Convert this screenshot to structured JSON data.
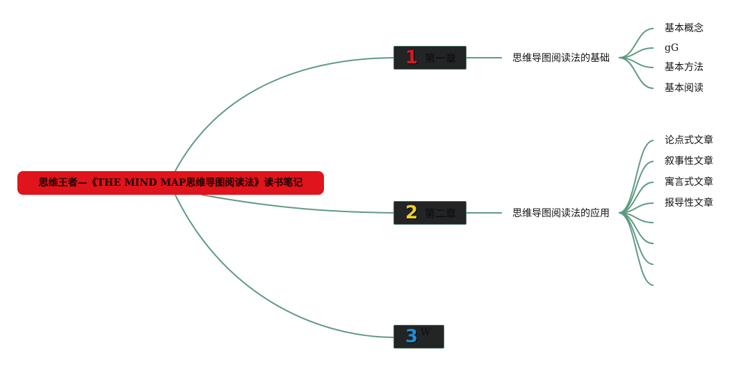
{
  "mindmap": {
    "root": {
      "label": "思维王者—《THE MIND MAP思维导图阅读法》读书笔记",
      "color": "#e0141c"
    },
    "chapters": [
      {
        "number": "1",
        "label": "第一章",
        "number_color": "#d8182a",
        "subtopic": "思维导图阅读法的基础",
        "leaves": [
          "基本概念",
          "gG",
          "基本方法",
          "基本阅读"
        ]
      },
      {
        "number": "2",
        "label": "第二章",
        "number_color": "#f0d02a",
        "subtopic": "思维导图阅读法的应用",
        "leaves": [
          "论点式文章",
          "叙事性文章",
          "寓言式文章",
          "报导性文章",
          "",
          "",
          "",
          ""
        ]
      },
      {
        "number": "3",
        "label": "W",
        "number_color": "#1d8fd8"
      }
    ],
    "link_color": "#5f9a82"
  }
}
